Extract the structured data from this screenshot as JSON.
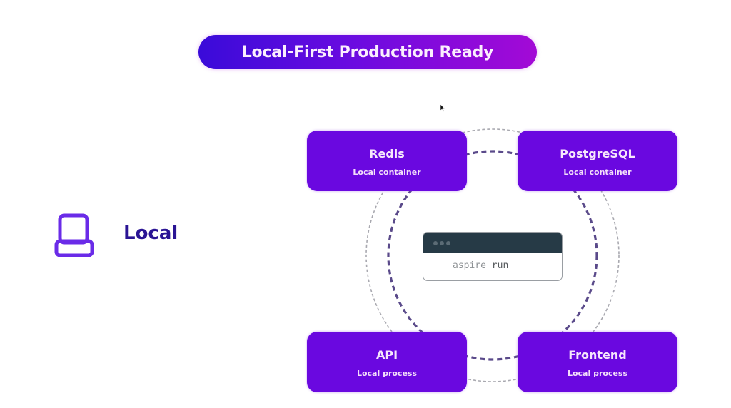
{
  "header": {
    "title": "Local-First Production Ready"
  },
  "environment": {
    "icon": "laptop-icon",
    "label": "Local"
  },
  "nodes": [
    {
      "name": "Redis",
      "type": "Local container"
    },
    {
      "name": "PostgreSQL",
      "type": "Local container"
    },
    {
      "name": "API",
      "type": "Local process"
    },
    {
      "name": "Frontend",
      "type": "Local process"
    }
  ],
  "terminal": {
    "window_dots": 3,
    "command": "aspire",
    "argument": "run"
  },
  "colors": {
    "node_fill": "#6a08e0",
    "title_gradient_start": "#3a0bd9",
    "title_gradient_end": "#a30ad6",
    "icon_color": "#6a2be8",
    "label_color": "#2a1494",
    "inner_ring": "#5a4a8a",
    "outer_ring": "#a9a9b0",
    "terminal_bar": "#263a46"
  }
}
